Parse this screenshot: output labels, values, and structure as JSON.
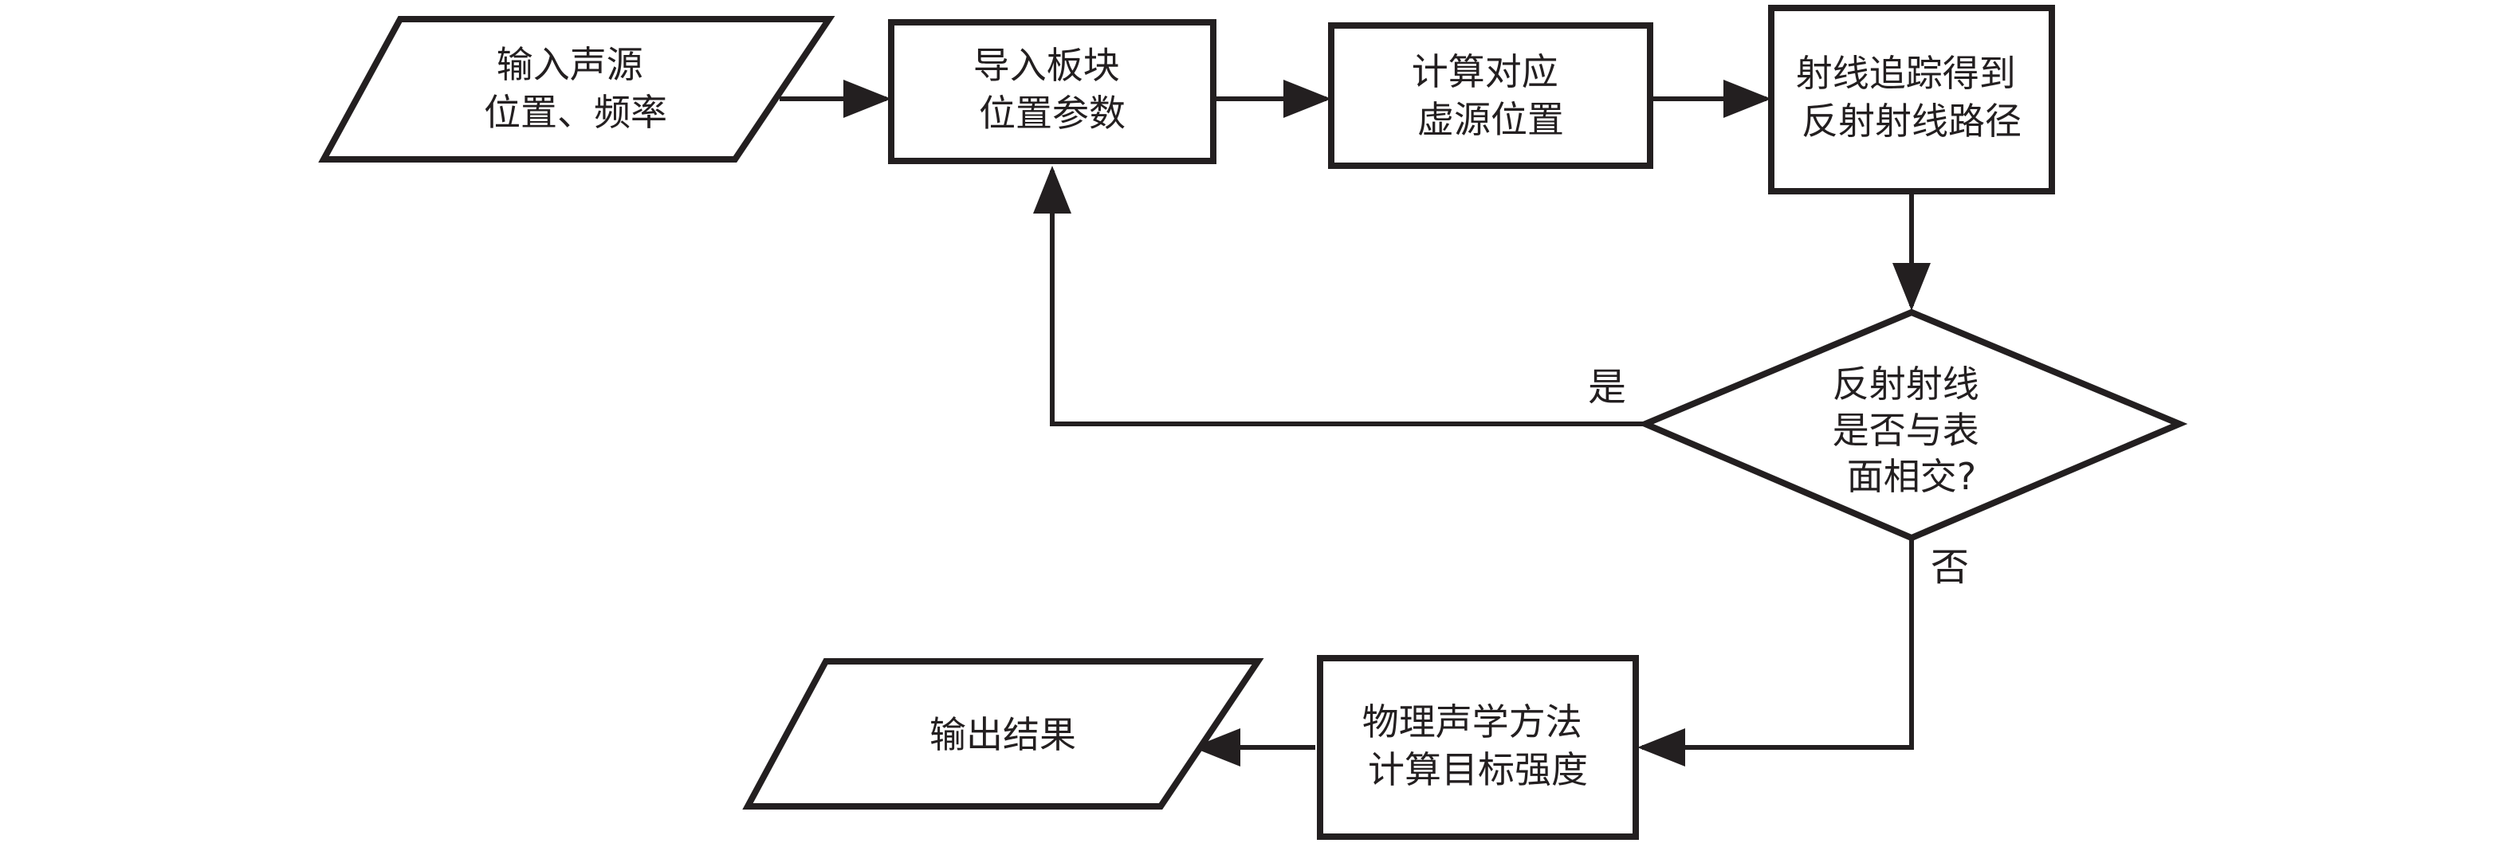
{
  "colors": {
    "stroke": "#231f20",
    "fill": "#ffffff",
    "text": "#231f20"
  },
  "nodes": {
    "input_source": {
      "shape": "parallelogram",
      "lines": [
        "输入声源",
        "位置、频率"
      ]
    },
    "import_plates": {
      "shape": "rectangle",
      "lines": [
        "导入板块",
        "位置参数"
      ]
    },
    "compute_virtual": {
      "shape": "rectangle",
      "lines": [
        "计算对应",
        "虚源位置"
      ]
    },
    "ray_tracing": {
      "shape": "rectangle",
      "lines": [
        "射线追踪得到",
        "反射射线路径"
      ]
    },
    "intersect_decision": {
      "shape": "diamond",
      "lines": [
        "反射射线",
        "是否与表",
        "面相交?"
      ]
    },
    "physical_acoustics": {
      "shape": "rectangle",
      "lines": [
        "物理声学方法",
        "计算目标强度"
      ]
    },
    "output_result": {
      "shape": "parallelogram",
      "lines": [
        "输出结果"
      ]
    }
  },
  "edges": {
    "yes_label": "是",
    "no_label": "否"
  }
}
